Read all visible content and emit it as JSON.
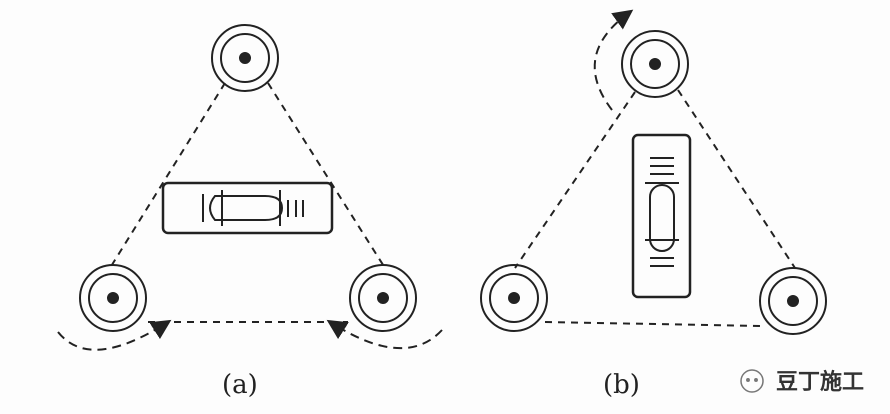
{
  "figure": {
    "panel_a": {
      "label": "(a)"
    },
    "panel_b": {
      "label": "(b)"
    },
    "watermark": {
      "text": "豆丁施工",
      "icon": "wechat-smile-icon"
    }
  },
  "colors": {
    "ink": "#222222",
    "background": "#fdfdfd"
  }
}
